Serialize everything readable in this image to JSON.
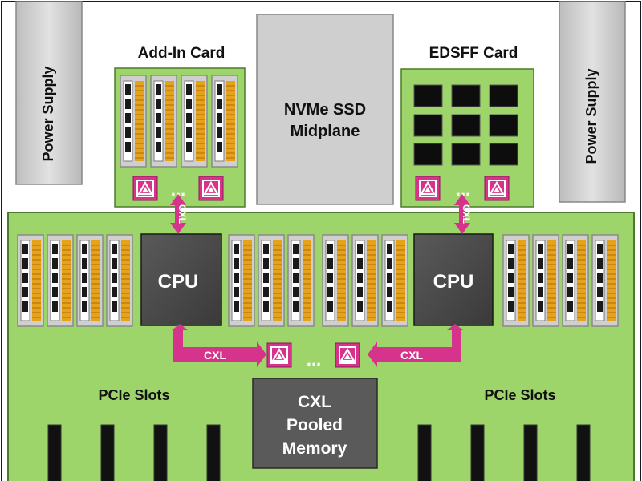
{
  "diagram": {
    "power_supply_left": "Power Supply",
    "power_supply_right": "Power Supply",
    "add_in_card_title": "Add-In Card",
    "edsff_card_title": "EDSFF Card",
    "nvme": {
      "line1": "NVMe SSD",
      "line2": "Midplane"
    },
    "cpu_left": "CPU",
    "cpu_right": "CPU",
    "cxl_label": "CXL",
    "cxl_link_left": "CXL",
    "cxl_link_right": "CXL",
    "ellipsis": "...",
    "pcie_left": "PCIe Slots",
    "pcie_right": "PCIe Slots",
    "pooled_memory": {
      "line1": "CXL",
      "line2": "Pooled",
      "line3": "Memory"
    }
  },
  "colors": {
    "board_green": "#9ed56b",
    "accent_magenta": "#d6338c",
    "chip_gray": "#4a4a4a",
    "dimm_gold": "#e7a21c",
    "panel_gray": "#c9c9c9"
  },
  "icons": {
    "retimer": "retimer-chip-icon",
    "dimm": "memory-module-icon",
    "flash": "flash-chip-icon"
  }
}
